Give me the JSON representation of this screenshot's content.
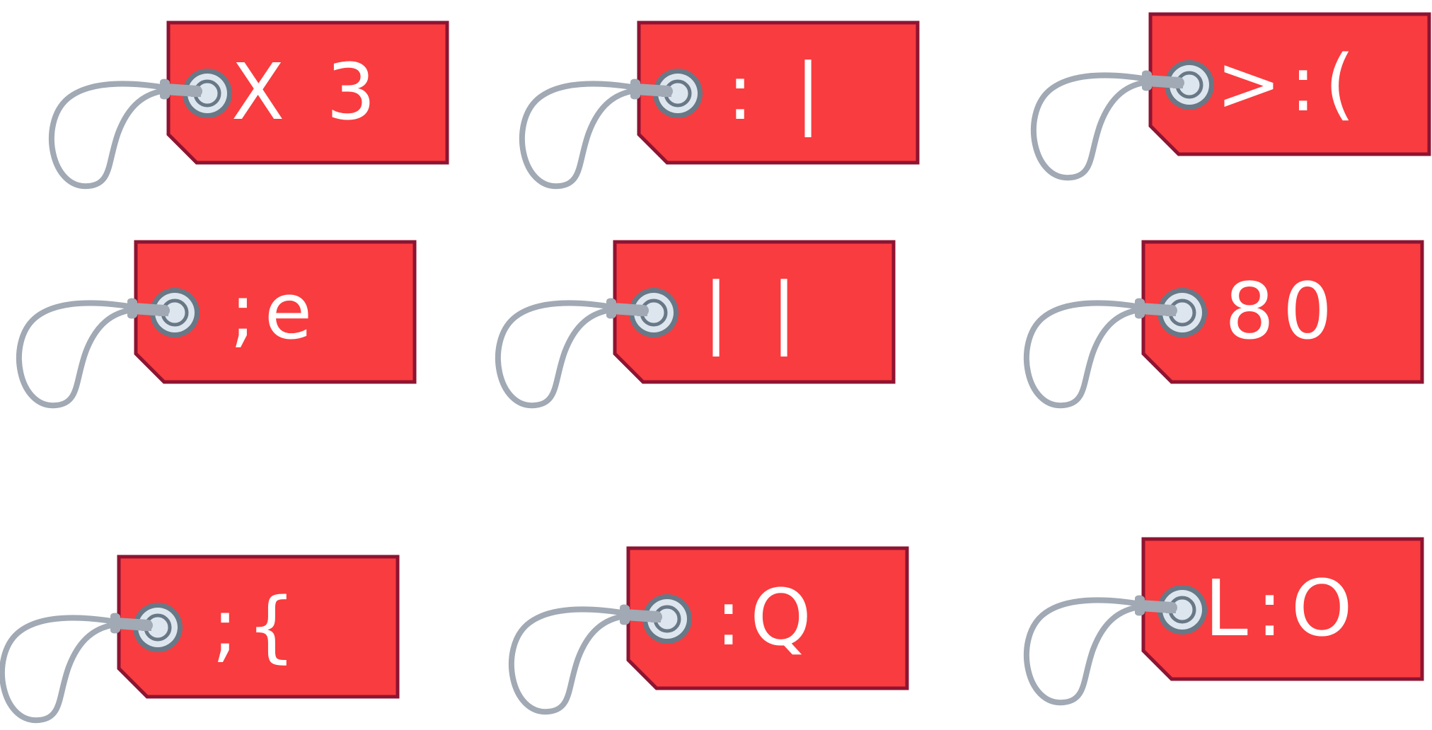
{
  "colors": {
    "tag_fill": "#f93c3f",
    "tag_border": "#8e1432",
    "string": "#a0a9b4",
    "grommet_outer": "#697886",
    "grommet_ring": "#dde6ee",
    "label_text": "#ffffff"
  },
  "tags": [
    {
      "label": "X 3"
    },
    {
      "label": ": |"
    },
    {
      "label": ">:("
    },
    {
      "label": ";e"
    },
    {
      "label": "| |"
    },
    {
      "label": "80"
    },
    {
      "label": ";{"
    },
    {
      "label": ":Q"
    },
    {
      "label": "L:O"
    }
  ]
}
